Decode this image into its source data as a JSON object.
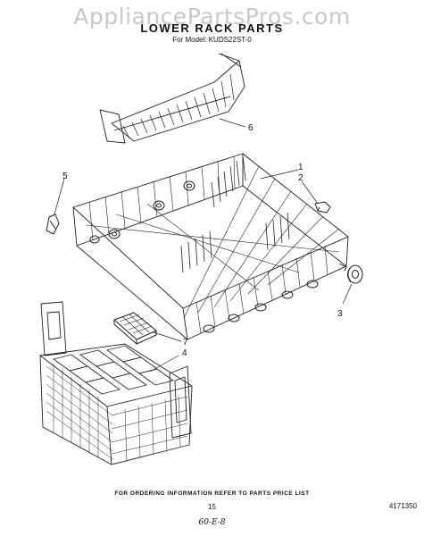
{
  "watermark": "AppliancePartsPros.com",
  "title": "LOWER RACK PARTS",
  "subtitle": "For Model: KUDS22ST-0",
  "callouts": [
    "1",
    "2",
    "3",
    "4",
    "5",
    "6",
    "7"
  ],
  "footer": {
    "ordering_info": "FOR ORDERING INFORMATION REFER TO PARTS PRICE LIST",
    "page_number": "15",
    "part_number": "4171350",
    "handwritten_note": "60-E-8"
  }
}
